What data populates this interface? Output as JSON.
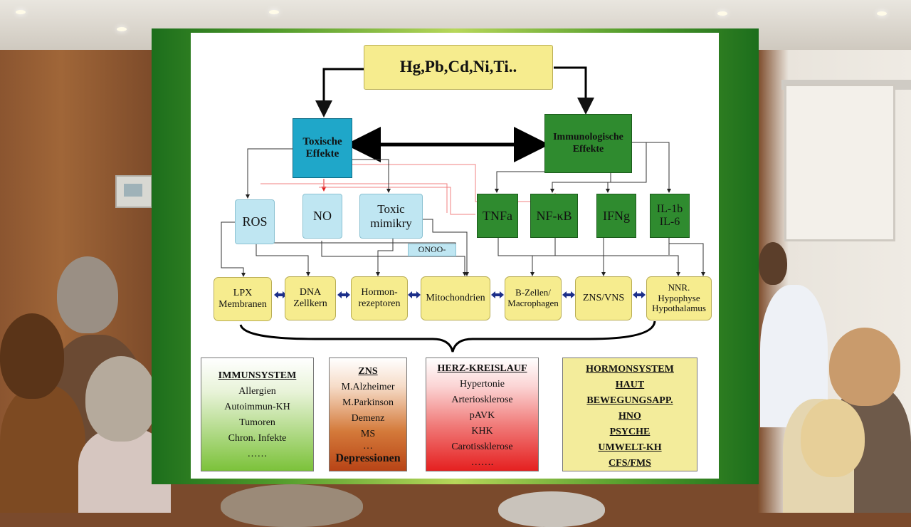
{
  "slide": {
    "top": {
      "label": "Hg,Pb,Cd,Ni,Ti.."
    },
    "toxic": {
      "line1": "Toxische",
      "line2": "Effekte"
    },
    "immun": {
      "line1": "Immunologische",
      "line2": "Effekte"
    },
    "ros": "ROS",
    "no": "NO",
    "toxic_mimikry": {
      "line1": "Toxic",
      "line2": "mimikry"
    },
    "onoo": "ONOO-",
    "tnfa": "TNFa",
    "nfkb": "NF-κB",
    "ifng": "IFNg",
    "il": {
      "line1": "IL-1b",
      "line2": "IL-6"
    },
    "targets": {
      "lpx": {
        "line1": "LPX",
        "line2": "Membranen"
      },
      "dna": {
        "line1": "DNA",
        "line2": "Zellkern"
      },
      "hormonrez": {
        "line1": "Hormon-",
        "line2": "rezeptoren"
      },
      "mito": "Mitochondrien",
      "bzellen": {
        "line1": "B-Zellen/",
        "line2": "Macrophagen"
      },
      "zns_vns": "ZNS/VNS",
      "nnr": {
        "line1": "NNR.",
        "line2": "Hypophyse",
        "line3": "Hypothalamus"
      }
    },
    "panels": {
      "immunsystem": {
        "heading": "IMMUNSYSTEM",
        "items": [
          "Allergien",
          "Autoimmun-KH",
          "Tumoren",
          "Chron. Infekte",
          "……"
        ]
      },
      "zns": {
        "heading": "ZNS",
        "items": [
          "M.Alzheimer",
          "M.Parkinson",
          "Demenz",
          "MS",
          "…"
        ],
        "footer": "Depressionen"
      },
      "herz": {
        "heading": "HERZ-KREISLAUF",
        "items": [
          "Hypertonie",
          "Arteriosklerose",
          "pAVK",
          "KHK",
          "Carotissklerose",
          "……."
        ]
      },
      "hormon": {
        "items": [
          "HORMONSYSTEM",
          "HAUT",
          "BEWEGUNGSAPP.",
          "HNO",
          "PSYCHE",
          "UMWELT-KH",
          "CFS/FMS"
        ]
      }
    }
  },
  "colors": {
    "target_yellow": "#f6ec8e",
    "oxidant_blue": "#bfe6f2",
    "toxic_teal": "#1fa7c9",
    "immune_green": "#2f8b2f",
    "slide_border_green": "#1c6e1c"
  }
}
